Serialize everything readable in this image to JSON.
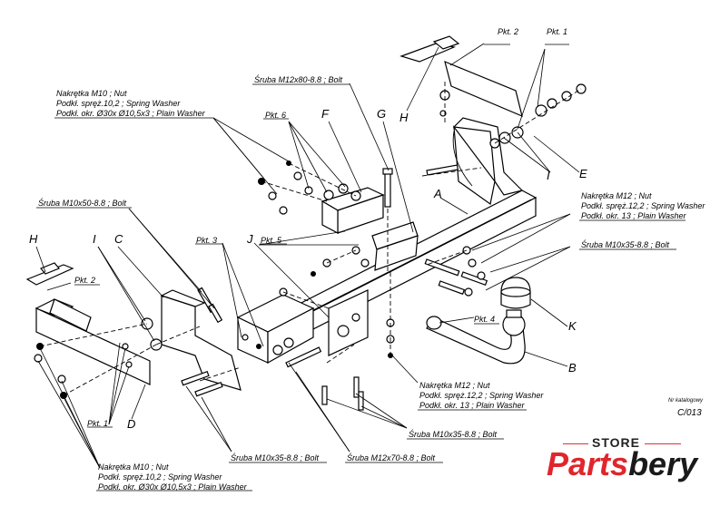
{
  "diagram": {
    "part_labels": {
      "A": "A",
      "B": "B",
      "C": "C",
      "D": "D",
      "E": "E",
      "F": "F",
      "G": "G",
      "H_top": "H",
      "H_left": "H",
      "I_top": "I",
      "I_left": "I",
      "J": "J",
      "K": "K"
    },
    "pkt_labels": {
      "pkt1_top": "Pkt. 1",
      "pkt2_top": "Pkt. 2",
      "pkt6": "Pkt. 6",
      "pkt2_left": "Pkt. 2",
      "pkt3": "Pkt. 3",
      "pkt5": "Pkt. 5",
      "pkt4": "Pkt. 4",
      "pkt1_left": "Pkt. 1"
    },
    "callouts": {
      "nut_m10_top": [
        "Nakrętka  M10 ; Nut",
        "Podkł. spręż.10,2 ; Spring Washer",
        "Podkł. okr. Ø30x Ø10,5x3 ; Plain Washer"
      ],
      "bolt_m12x80": "Śruba M12x80-8.8 ;  Bolt",
      "bolt_m10x50": "Śruba M10x50-8.8 ;  Bolt",
      "nut_m12_right": [
        "Nakrętka  M12 ; Nut",
        "Podkł. spręż.12,2 ; Spring Washer",
        "Podkł. okr. 13 ; Plain Washer"
      ],
      "bolt_m10x35_right": "Śruba M10x35-8.8 ;  Bolt",
      "nut_m12_mid": [
        "Nakrętka  M12 ; Nut",
        "Podkł. spręż.12,2 ; Spring Washer",
        "Podkł. okr. 13 ; Plain Washer"
      ],
      "bolt_m10x35_mid": "Śruba M10x35-8.8 ;  Bolt",
      "bolt_m10x35_bottom": "Śruba M10x35-8.8 ;  Bolt",
      "bolt_m12x70": "Śruba M12x70-8.8 ;  Bolt",
      "nut_m10_bottom": [
        "Nakrętka  M10 ; Nut",
        "Podkł. spręż.10,2 ; Spring Washer",
        "Podkł. okr. Ø30x Ø10,5x3 ; Plain Washer"
      ]
    },
    "catalog_caption": "Nr katalogowy",
    "catalog_number": "C/013"
  },
  "logo": {
    "store": "STORE",
    "brand_part1": "Parts",
    "brand_part2": "bery",
    "accent_color": "#e0262c"
  }
}
